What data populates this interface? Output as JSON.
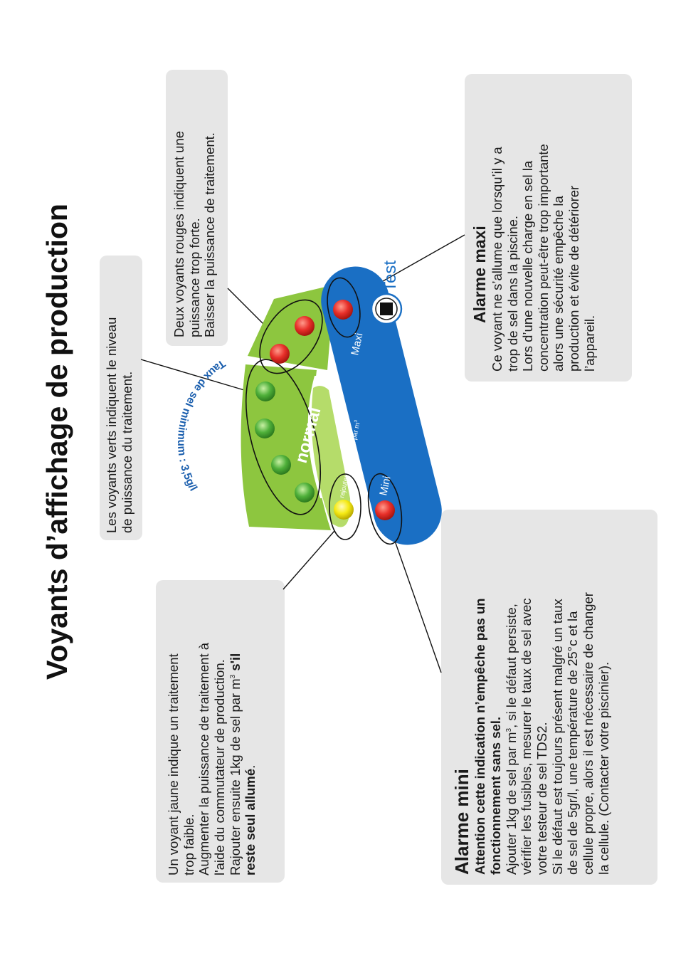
{
  "title": "Voyants d’affichage de production",
  "boxes": {
    "green": {
      "line1": "Les voyants verts indiquent le niveau",
      "line2": "de puissance du traitement."
    },
    "red": {
      "line1": "Deux voyants rouges indiquent une",
      "line2": "puissance trop forte.",
      "line3": "Baisser la puissance de traitement."
    },
    "yellow": {
      "line1": "Un voyant jaune indique un traitement",
      "line2": "trop faible.",
      "line3": "Augmenter la puissance de traitement à",
      "line4": "l'aide du commutateur de production.",
      "line5a": "Rajouter ensuite 1kg de sel par m",
      "line5sup": "3",
      "line5b": " ",
      "line5c": "s'il",
      "line6a": "reste seul allumé",
      "line6b": "."
    },
    "maxi": {
      "heading": "Alarme maxi",
      "line1": "Ce voyant ne s’allume que lorsqu’il y a",
      "line2": "trop de sel dans la piscine.",
      "line3": "Lors d’une nouvelle charge en sel  la",
      "line4": "concentration peut-être trop importante",
      "line5": "alors une sécurité empêche la",
      "line6": "production et évite de détériorer",
      "line7": "l’appareil."
    },
    "mini": {
      "heading": "Alarme mini",
      "sub1": "Attention cette indication n’empêche pas un",
      "sub2": "fonctionnement sans sel.",
      "line1a": "Ajouter 1kg de sel par m",
      "line1sup": "3",
      "line1b": ", si le défaut persiste,",
      "line2": "vérifier les fusibles, mesurer le taux de sel avec",
      "line3": "votre testeur de sel TDS2.",
      "line4": "Si le défaut est toujours présent malgré un taux",
      "line5": "de sel de 5gr/l, une température de 25°c et la",
      "line6": "cellule propre, alors il est nécessaire de changer",
      "line7": "la cellule. (Contacter votre piscinier)."
    }
  },
  "panel": {
    "normal_label": "normal",
    "salt_label": "Taux de sel minimum :  3,5g/l",
    "rajouter_label_a": "rajouter 1 kg de sel par m",
    "rajouter_label_sup": "3",
    "maxi_label": "Maxi",
    "mini_label": "Mini",
    "test_label": "Test"
  },
  "colors": {
    "green_panel": "#8dc63f",
    "light_green": "#b5dc6a",
    "blue_bar": "#1a6fc4",
    "label_blue": "#1b5fae",
    "box_gray": "#e6e6e6",
    "led_red": "#e8302a",
    "led_green": "#4fb03a",
    "led_yellow": "#f5ea14"
  }
}
